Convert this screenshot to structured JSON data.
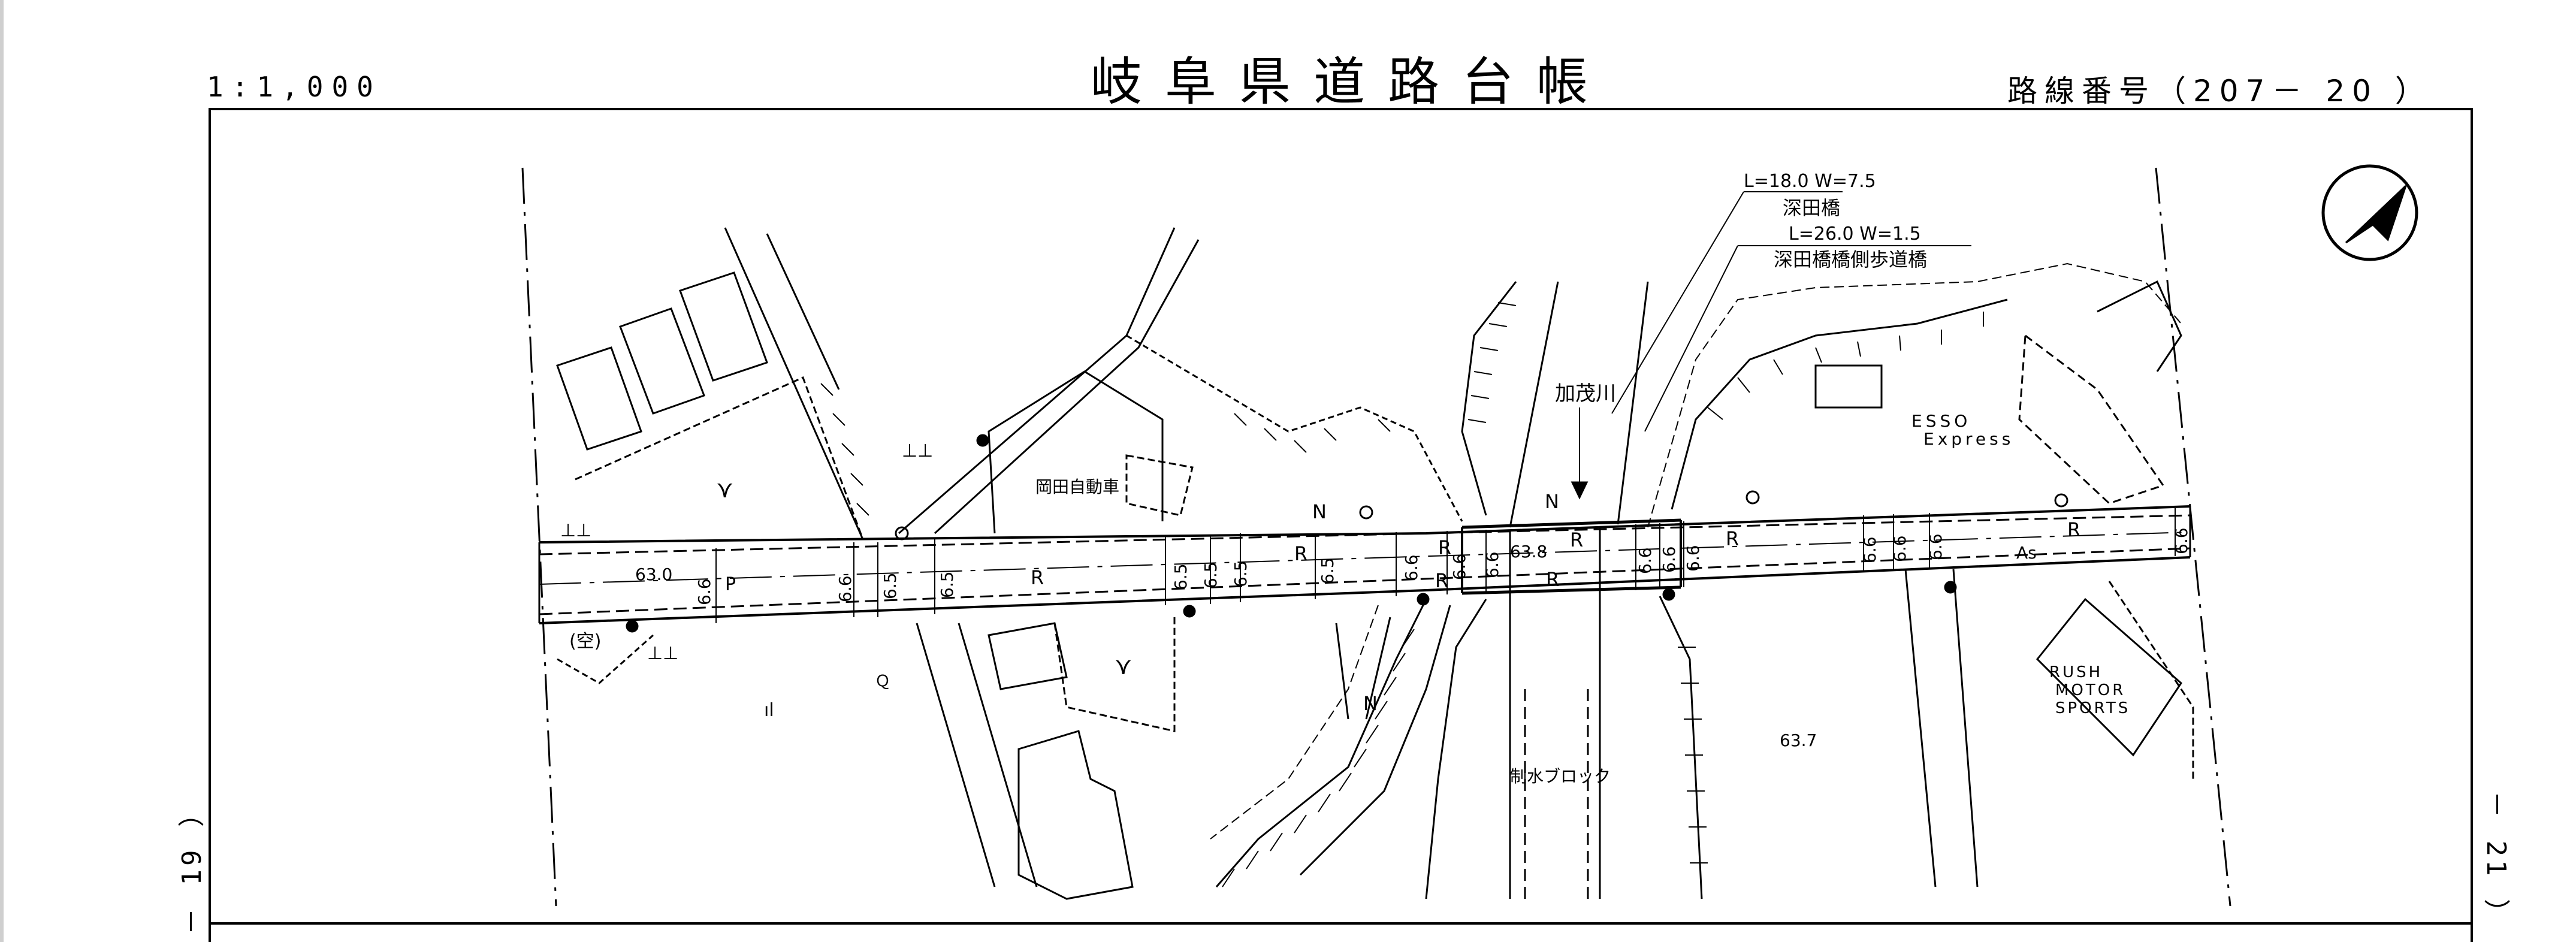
{
  "header": {
    "scale": "1:1,000",
    "title": "岐阜県道路台帳",
    "route_number": "路線番号（207－ 20 ）"
  },
  "side_labels": {
    "left": "－ 19 ）",
    "right": "－ 21 ）"
  },
  "map": {
    "bridge_main_dims": "L=18.0  W=7.5",
    "bridge_main_name": "深田橋",
    "bridge_side_dims": "L=26.0  W=1.5",
    "bridge_side_name": "深田橋橋側歩道橋",
    "river_name": "加茂川",
    "building_okada": "岡田自動車",
    "esso_line1": "ESSO",
    "esso_line2": "Express",
    "rush_line1": "RUSH",
    "rush_line2": "MOTOR",
    "rush_line3": "SPORTS",
    "vacant_lot": "(空)",
    "block_label": "制水ブロック",
    "elev_west": "63.0",
    "elev_bridge": "63.8",
    "elev_south": "63.7",
    "surface_p": "P",
    "surface_as": "As",
    "mark_r": "R",
    "mark_n": "N",
    "width_66": "6.6",
    "width_65": "6.5",
    "field_mark": "⋎",
    "land_mark": "⊥⊥",
    "orchard_mark": "Ｑ",
    "rice_mark": "ıl",
    "north_arrow": "north-arrow"
  }
}
